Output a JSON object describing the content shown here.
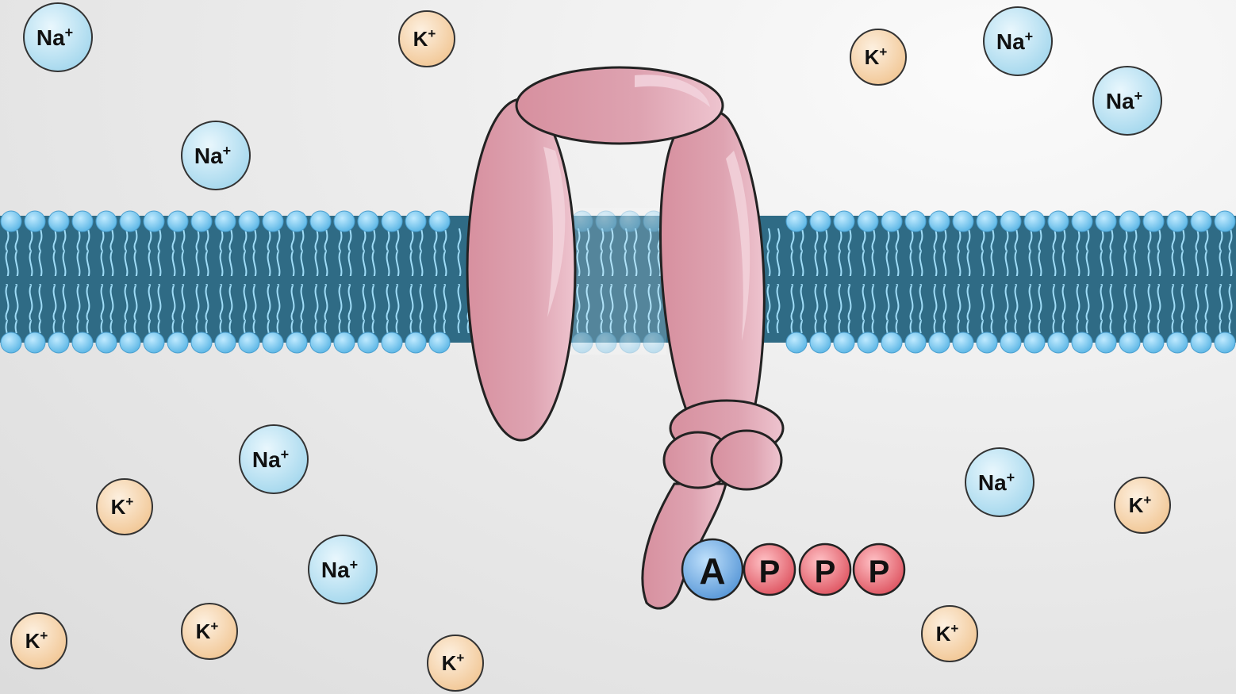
{
  "ions": {
    "sodium": {
      "symbol": "Na",
      "charge": "+",
      "fill": "#b9e2f2",
      "stroke": "#333333"
    },
    "potassium": {
      "symbol": "K",
      "charge": "+",
      "fill": "#f7d6b2",
      "stroke": "#333333"
    }
  },
  "atp": {
    "adenosine": {
      "label": "A",
      "fill": "#7fb4e8"
    },
    "phosphates": [
      "P",
      "P",
      "P"
    ],
    "phosphate_fill": "#e8707a"
  },
  "colors": {
    "membrane_core": "#2f6b85",
    "lipid_head": "#7fd0f5",
    "lipid_tail": "#9fdcf7",
    "protein": "#dca0b0",
    "protein_highlight": "#f2d2db"
  }
}
